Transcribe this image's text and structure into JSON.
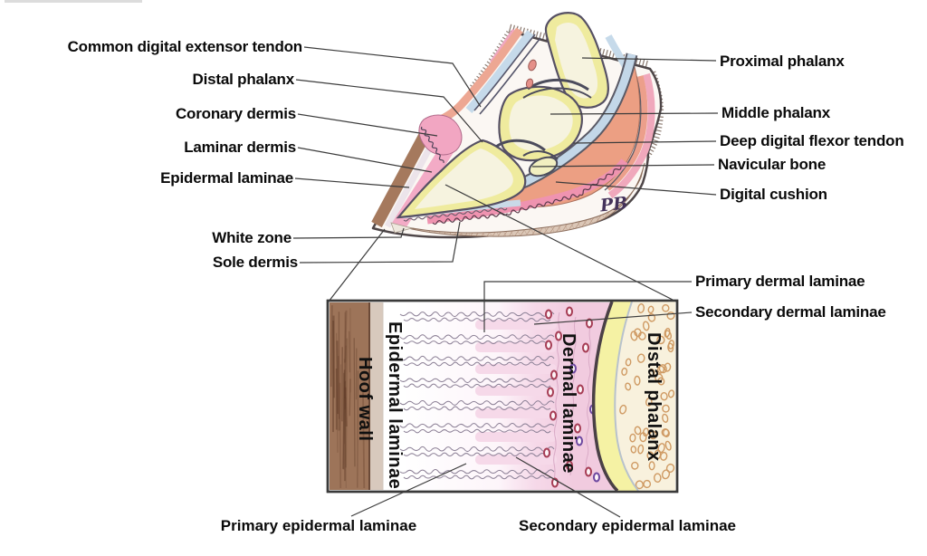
{
  "figure": {
    "type": "hand-drawn anatomical diagram",
    "subject": "Sagittal section of the equine digit (hoof) with magnified laminar junction inset"
  },
  "labels": {
    "left": [
      "Common digital extensor tendon",
      "Distal phalanx",
      "Coronary dermis",
      "Laminar dermis",
      "Epidermal laminae",
      "White zone",
      "Sole dermis"
    ],
    "right": [
      "Proximal phalanx",
      "Middle phalanx",
      "Deep digital flexor tendon",
      "Navicular bone",
      "Digital cushion"
    ],
    "inset_side": [
      "Primary dermal laminae",
      "Secondary dermal laminae"
    ],
    "inset_bottom": [
      "Primary epidermal laminae",
      "Secondary epidermal laminae"
    ],
    "inset_vertical": [
      "Hoof wall",
      "Epidermal laminae",
      "Dermal laminae",
      "Distal phalanx"
    ],
    "signature": "PB"
  },
  "colors": {
    "bone_rim_yellow": "#efeb9e",
    "bone_core_cream": "#f6f3df",
    "synovial_blue": "#c6daea",
    "dermis_pink": "#f2a8c2",
    "cushion_salmon": "#ec9f83",
    "hoof_wall_brown": "#a5795d",
    "sole_band_magenta": "#ef93b0",
    "inset_dermal_pink": "#f1cbdf",
    "inset_bone_cream": "#f8f1dd",
    "outline_dark": "#4e4648",
    "leader_line": "#3c3c3c",
    "vessel_red": "#a63d55",
    "vessel_purple": "#6d48a0"
  }
}
